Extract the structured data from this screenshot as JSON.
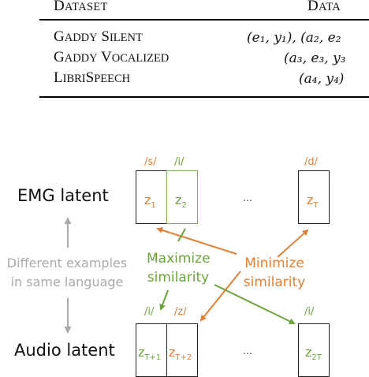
{
  "table": {
    "header": {
      "dataset": {
        "cap": "D",
        "rest": "ATASET"
      },
      "data": {
        "cap": "D",
        "rest": "ATA"
      }
    },
    "rows": [
      {
        "name": [
          {
            "cap": "G",
            "rest": "ADDY"
          },
          {
            "cap": "S",
            "rest": "ILENT"
          }
        ],
        "data": "(e₁, y₁), (a₂, e₂"
      },
      {
        "name": [
          {
            "cap": "G",
            "rest": "ADDY"
          },
          {
            "cap": "V",
            "rest": "OCALIZED"
          }
        ],
        "data": "(a₃, e₃, y₃"
      },
      {
        "name": [
          {
            "cap": "L",
            "rest": "IBRI"
          },
          {
            "cap": "S",
            "rest": "PEECH"
          }
        ],
        "data": "(a₄, y₄)"
      }
    ]
  },
  "diagram": {
    "emg_label": "EMG latent",
    "audio_label": "Audio latent",
    "side_label": [
      "Different examples",
      "in same language"
    ],
    "maximize_label": [
      "Maximize",
      "similarity"
    ],
    "minimize_label": [
      "Minimize",
      "similarity"
    ],
    "ellipsis": "…",
    "emg_phonemes": [
      "/s/",
      "/i/",
      "/d/"
    ],
    "audio_phonemes": [
      "/i/",
      "/z/",
      "/i/"
    ],
    "emg_boxes": [
      {
        "base": "z",
        "sub": "1"
      },
      {
        "base": "z",
        "sub": "2"
      },
      {
        "base": "z",
        "sub": "T"
      }
    ],
    "audio_boxes": [
      {
        "base": "z",
        "sub": "T+1"
      },
      {
        "base": "z",
        "sub": "T+2"
      },
      {
        "base": "z",
        "sub": "2T"
      }
    ],
    "colors": {
      "orange": "#e08035",
      "green": "#6aa43b",
      "grey": "#a9a9a9"
    }
  }
}
